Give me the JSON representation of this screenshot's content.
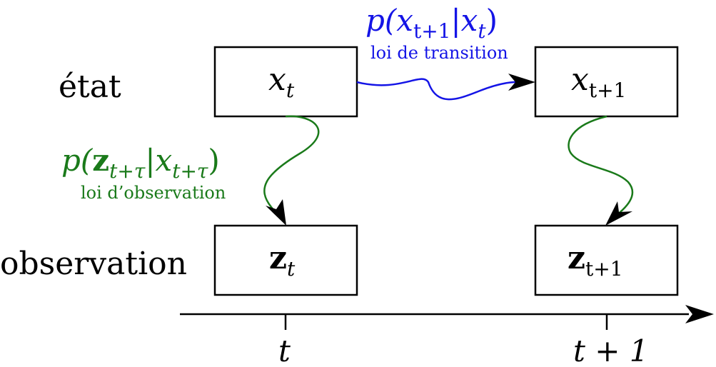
{
  "rows": {
    "state_label": "état",
    "observation_label": "observation"
  },
  "boxes": {
    "state_t": {
      "base": "x",
      "sub": "t"
    },
    "state_t1": {
      "base": "x",
      "sub": "t+1"
    },
    "obs_t": {
      "base": "z",
      "sub": "t"
    },
    "obs_t1": {
      "base": "z",
      "sub": "t+1"
    }
  },
  "transition": {
    "formula_prefix": "p(",
    "formula_var": "x",
    "formula_sub1": "t+1",
    "formula_bar": "|",
    "formula_var2": "x",
    "formula_sub2": "t",
    "formula_suffix": ")",
    "caption": "loi de transition",
    "color": "#1414e6"
  },
  "observation_law": {
    "formula_prefix": "p(",
    "formula_var": "z",
    "formula_sub1": "t+τ",
    "formula_bar": "|",
    "formula_var2": "x",
    "formula_sub2": "t+τ",
    "formula_suffix": ")",
    "caption": "loi d’observation",
    "color": "#1a7a1a"
  },
  "axis": {
    "tick_t": "t",
    "tick_t1": "t + 1"
  }
}
